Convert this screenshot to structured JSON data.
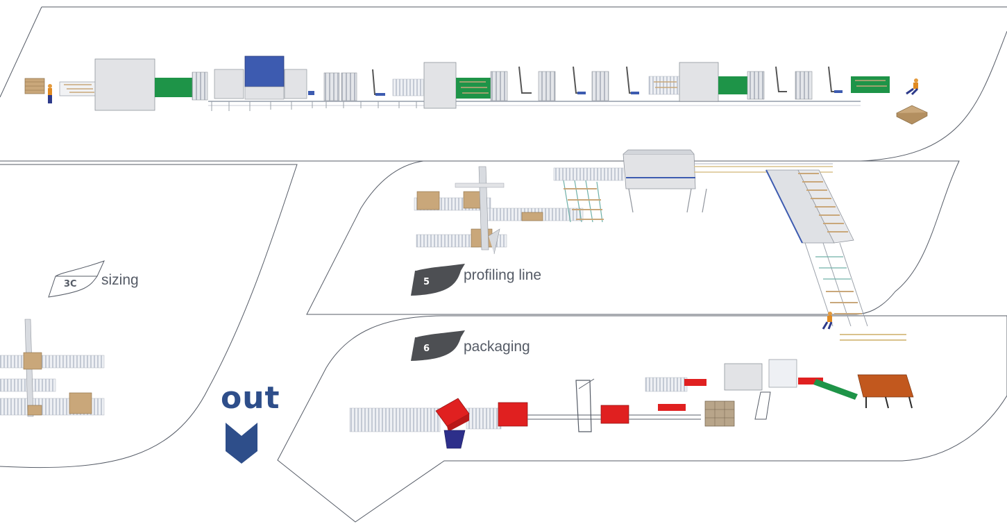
{
  "sections": [
    {
      "id": "sizing",
      "number": "3C",
      "label": "sizing"
    },
    {
      "id": "profiling",
      "number": "5",
      "label": "profiling line"
    },
    {
      "id": "packaging",
      "number": "6",
      "label": "packaging"
    }
  ],
  "exit": {
    "label": "out"
  },
  "colors": {
    "outline": "#555b66",
    "badge_dark": "#4d4f53",
    "conveyor_green": "#1e9448",
    "machine_blue": "#3d5bb0",
    "packaging_red": "#e02020",
    "exit_blue": "#2e4e8a",
    "wood": "#c9a77a",
    "orange_table": "#c2581e"
  }
}
